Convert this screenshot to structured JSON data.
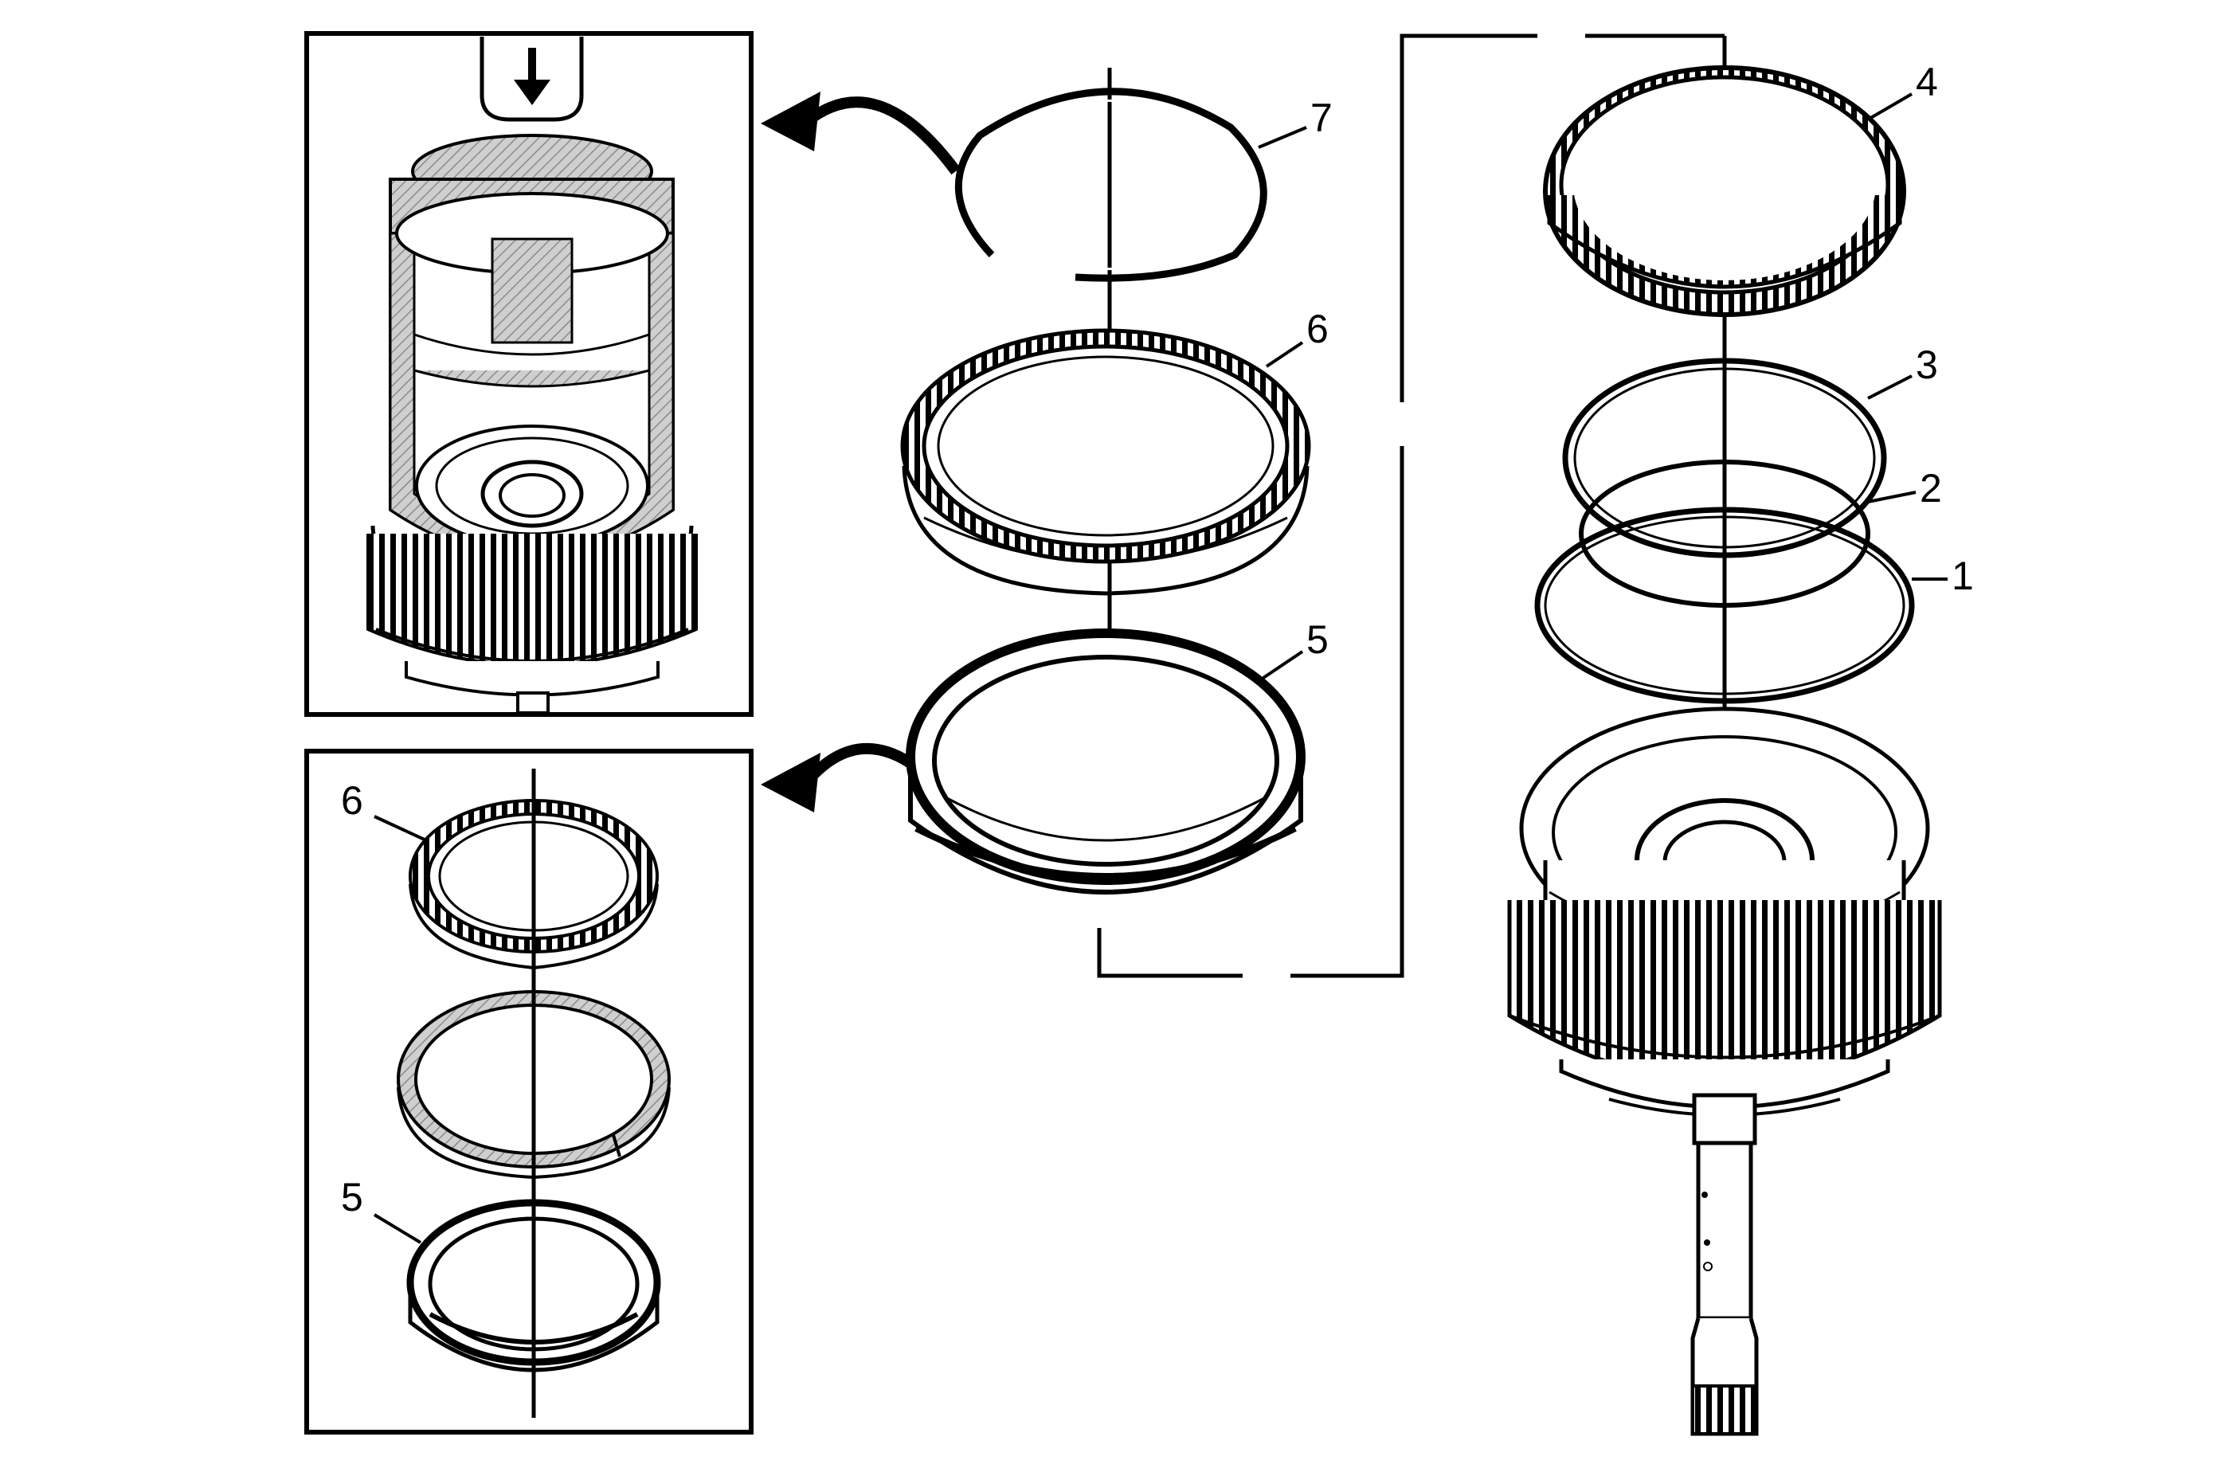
{
  "diagram": {
    "background": "#ffffff",
    "ink": "#000000",
    "hatch_color": "#b8b8b8",
    "callouts": {
      "c1": "1",
      "c2": "2",
      "c3": "3",
      "c4": "4",
      "c5": "5",
      "c6": "6",
      "c7": "7",
      "inset_c6": "6",
      "inset_c5": "5"
    },
    "icons": {
      "press_arrow": "down-arrow-icon",
      "transfer_arrows": "curved-arrow-icon"
    }
  }
}
